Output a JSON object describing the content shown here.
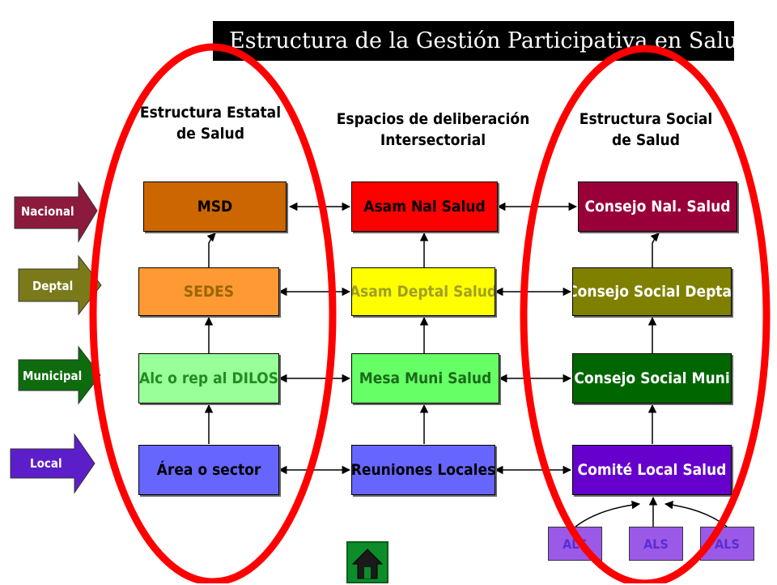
{
  "title": "Estructura de la Gestión Participativa en Salud",
  "columns": {
    "left": [
      "Estructura Estatal",
      "de Salud"
    ],
    "middle": [
      "Espacios de deliberación",
      "Intersectorial"
    ],
    "right": [
      "Estructura Social",
      "de Salud"
    ]
  },
  "levels": [
    {
      "label": "Nacional",
      "color": "#8b1a3c"
    },
    {
      "label": "Deptal",
      "color": "#7a7a1a"
    },
    {
      "label": "Municipal",
      "color": "#0e6b0e"
    },
    {
      "label": "Local",
      "color": "#5c1ec9"
    }
  ],
  "boxes": {
    "state": [
      {
        "label": "MSD",
        "bg": "#cc6600",
        "fg": "#000000"
      },
      {
        "label": "SEDES",
        "bg": "#ff9933",
        "fg": "#996600"
      },
      {
        "label": "Alc o rep al DILOS",
        "bg": "#99ff99",
        "fg": "#228b22"
      },
      {
        "label": "Área o sector",
        "bg": "#6666ff",
        "fg": "#000000"
      }
    ],
    "deliberation": [
      {
        "label": "Asam Nal Salud",
        "bg": "#ff0000",
        "fg": "#000000"
      },
      {
        "label": "Asam Deptal Salud",
        "bg": "#ffff00",
        "fg": "#a0a020"
      },
      {
        "label": "Mesa Muni Salud",
        "bg": "#66ff66",
        "fg": "#1a6b1a"
      },
      {
        "label": "Reuniones Locales",
        "bg": "#6666ff",
        "fg": "#000000"
      }
    ],
    "social": [
      {
        "label": "Consejo Nal. Salud",
        "bg": "#99003a",
        "fg": "#ffffff"
      },
      {
        "label": "Consejo Social Deptal",
        "bg": "#808000",
        "fg": "#ffffff"
      },
      {
        "label": "Consejo Social Muni",
        "bg": "#006600",
        "fg": "#ffffff"
      },
      {
        "label": "Comité Local Salud",
        "bg": "#6600cc",
        "fg": "#ffffff"
      }
    ]
  },
  "als": [
    "ALS",
    "ALS",
    "ALS"
  ],
  "home_icon": "home-icon",
  "accent_ellipse": "#ff0000"
}
